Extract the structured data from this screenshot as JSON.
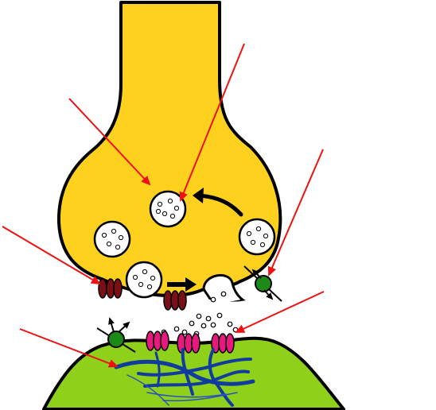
{
  "diagram": {
    "labels": [],
    "colors": {
      "presynaptic_terminal": "#ffd11f",
      "postsynaptic_cell": "#8fd11a",
      "synaptic_vesicle": "#ffffff",
      "calcium_channel": "#7a0f16",
      "transporter": "#1c8a16",
      "receptor": "#e6197f",
      "postsynaptic_density": "#0f3c9e",
      "annotation_arrow": "#ee1111",
      "direction_arrow": "#000000"
    },
    "parts": [
      "axon",
      "axon-terminal",
      "synaptic-vesicle",
      "vesicle-recycling-arrow",
      "voltage-gated-calcium-channel",
      "vesicle-fusing-with-membrane",
      "neurotransmitter",
      "reuptake-transporter",
      "postsynaptic-receptor",
      "postsynaptic-density",
      "dendritic-spine"
    ]
  }
}
